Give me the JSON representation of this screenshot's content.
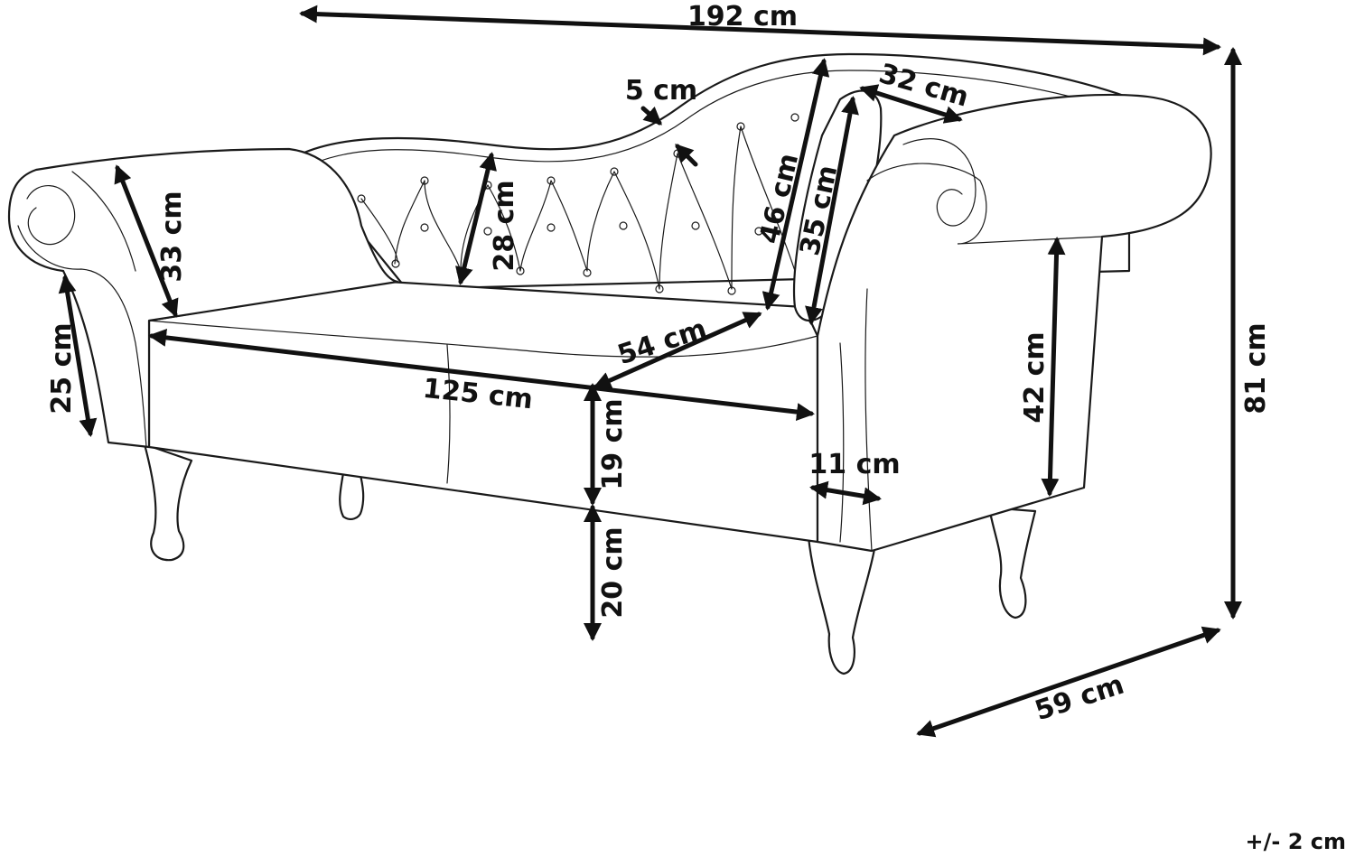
{
  "dimensions": {
    "total_width": "192 cm",
    "frame_thickness": "5 cm",
    "cushion_width": "32 cm",
    "back_height_right": "46 cm",
    "cushion_height": "35 cm",
    "backrest_height": "28 cm",
    "armrest_depth": "33 cm",
    "armrest_height": "25 cm",
    "seat_depth": "54 cm",
    "seat_width": "125 cm",
    "seat_thickness": "19 cm",
    "leg_height": "20 cm",
    "side_arm_height": "42 cm",
    "arm_width": "11 cm",
    "total_height": "81 cm",
    "total_depth": "59 cm"
  },
  "tolerance": "+/- 2 cm",
  "colors": {
    "line": "#1a1a1a",
    "arrow": "#111111",
    "background": "#ffffff"
  }
}
